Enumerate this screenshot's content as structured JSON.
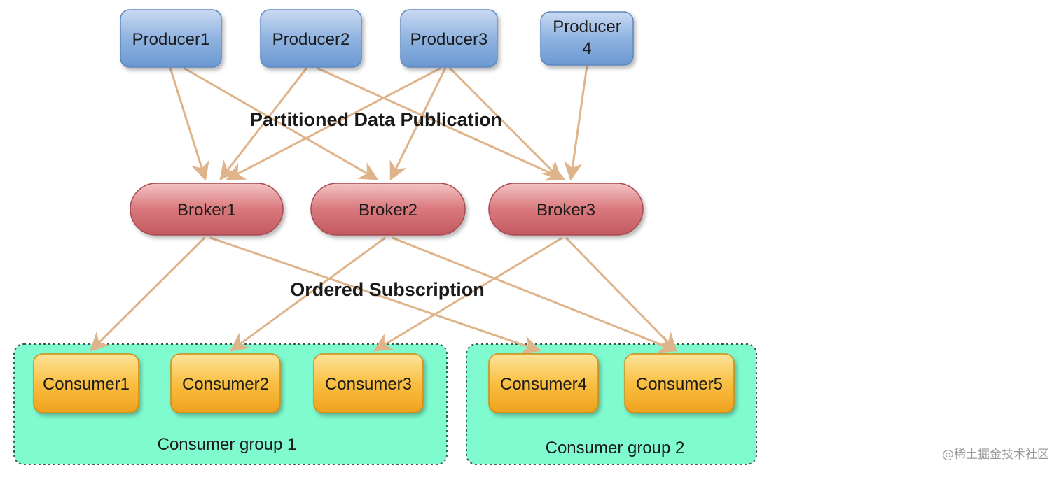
{
  "producers": [
    {
      "line1": "Producer1",
      "line2": ""
    },
    {
      "line1": "Producer2",
      "line2": ""
    },
    {
      "line1": "Producer3",
      "line2": ""
    },
    {
      "line1": "Producer",
      "line2": "4"
    }
  ],
  "brokers": [
    "Broker1",
    "Broker2",
    "Broker3"
  ],
  "consumers": [
    "Consumer1",
    "Consumer2",
    "Consumer3",
    "Consumer4",
    "Consumer5"
  ],
  "groups": [
    "Consumer group 1",
    "Consumer group 2"
  ],
  "labels": {
    "publication": "Partitioned Data Publication",
    "subscription": "Ordered Subscription"
  },
  "watermark": "@稀土掘金技术社区",
  "colors": {
    "producer": "#8fb3e0",
    "broker": "#d9787c",
    "consumer": "#f9b93a",
    "group_fill": "#7ffbcf",
    "arrow": "#e0b48a"
  }
}
